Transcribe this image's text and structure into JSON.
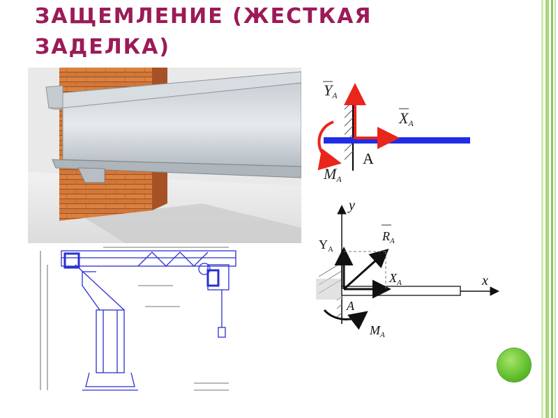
{
  "slide": {
    "title_line1": "ЗАЩЕМЛЕНИЕ (ЖЕСТКАЯ",
    "title_line2": "ЗАДЕЛКА)"
  },
  "reaction_diagram": {
    "y_reaction": "Y",
    "y_sub": "A",
    "x_reaction": "X",
    "x_sub": "A",
    "moment": "M",
    "moment_sub": "A",
    "point": "A"
  },
  "resultant_diagram": {
    "y_axis": "y",
    "x_axis": "x",
    "y_reaction": "Y",
    "y_sub": "A",
    "x_reaction": "X",
    "x_sub": "A",
    "resultant": "R",
    "resultant_sub": "A",
    "moment": "M",
    "moment_sub": "A",
    "point": "A"
  },
  "colors": {
    "title": "#9b1b57",
    "arrow_red": "#e8261c",
    "beam_blue": "#1f2ee6",
    "drawing_blue": "#2a2fd0",
    "accent_green": "#5fbf2a"
  }
}
